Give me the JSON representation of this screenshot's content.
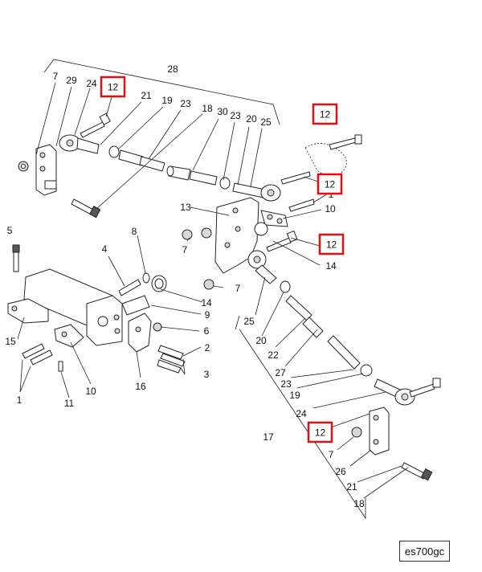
{
  "diagram": {
    "reference_code": "es700gc",
    "highlighted_callouts": [
      "12",
      "12",
      "12",
      "12",
      "12"
    ],
    "callouts": [
      "28",
      "7",
      "29",
      "24",
      "21",
      "19",
      "23",
      "18",
      "30",
      "23",
      "20",
      "25",
      "13",
      "10",
      "1",
      "14",
      "5",
      "8",
      "4",
      "7",
      "7",
      "14",
      "9",
      "6",
      "2",
      "3",
      "15",
      "1",
      "11",
      "10",
      "16",
      "25",
      "20",
      "22",
      "27",
      "23",
      "19",
      "24",
      "17",
      "7",
      "26",
      "21",
      "18"
    ],
    "highlight_color": "#e01010"
  }
}
